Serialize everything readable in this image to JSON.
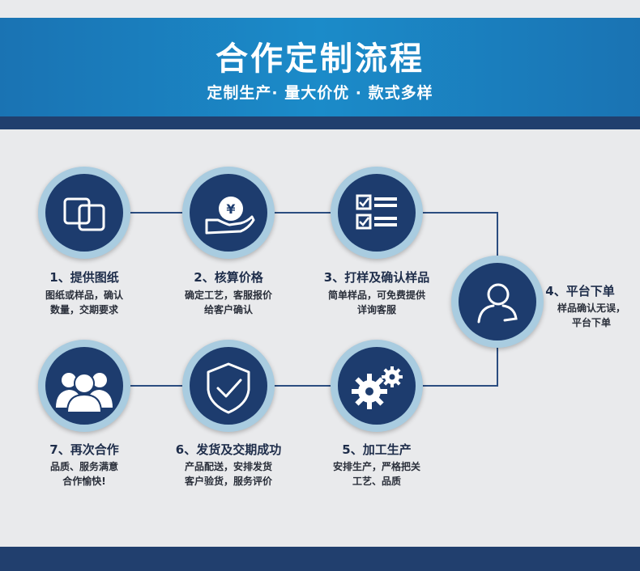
{
  "header": {
    "title": "合作定制流程",
    "subtitle": "定制生产· 量大价优 · 款式多样"
  },
  "steps": [
    {
      "title": "1、提供图纸",
      "desc_line1": "图纸或样品，确认",
      "desc_line2": "数量，交期要求",
      "icon": "frames-icon"
    },
    {
      "title": "2、核算价格",
      "desc_line1": "确定工艺，客服报价",
      "desc_line2": "给客户确认",
      "icon": "yen-hand-icon"
    },
    {
      "title": "3、打样及确认样品",
      "desc_line1": "简单样品，可免费提供",
      "desc_line2": "详询客服",
      "icon": "checklist-icon"
    },
    {
      "title": "4、平台下单",
      "desc_line1": "样品确认无误，",
      "desc_line2": "平台下单",
      "icon": "customer-service-icon"
    },
    {
      "title": "5、加工生产",
      "desc_line1": "安排生产，严格把关",
      "desc_line2": "工艺、品质",
      "icon": "gears-icon"
    },
    {
      "title": "6、发货及交期成功",
      "desc_line1": "产品配送，安排发货",
      "desc_line2": "客户验货，服务评价",
      "icon": "shield-check-icon"
    },
    {
      "title": "7、再次合作",
      "desc_line1": "品质、服务满意",
      "desc_line2": "合作愉快!",
      "icon": "group-users-icon"
    }
  ],
  "colors": {
    "header_blue": "#1b8bc9",
    "navy": "#1d3c6e",
    "ring": "#a9cce0",
    "background": "#e9eaec"
  }
}
